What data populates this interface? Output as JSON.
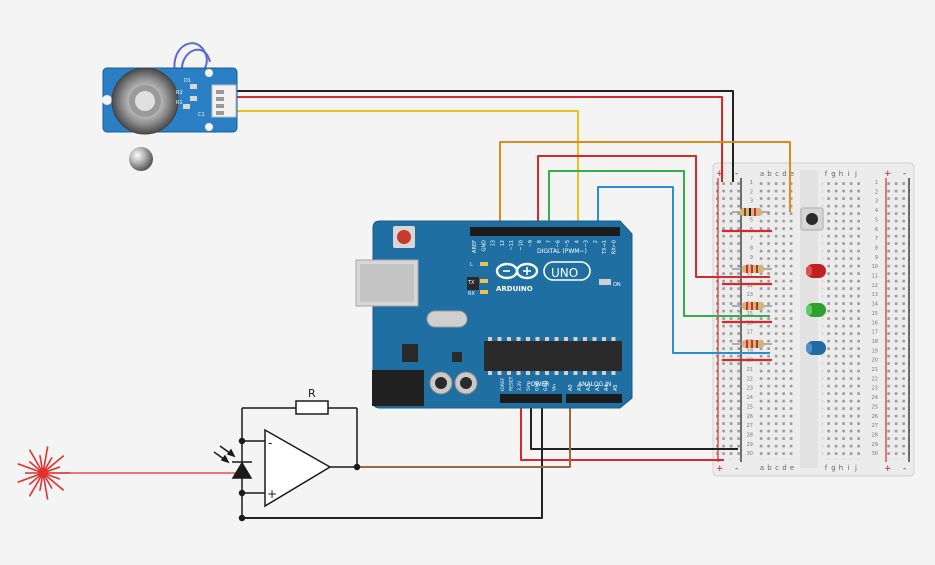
{
  "colors": {
    "background": "#f4f4f4",
    "arduino_board": "#1f6fa3",
    "arduino_dark": "#195b87",
    "sensor_board": "#2b7fc4",
    "wire_black": "#222222",
    "wire_red": "#d32b2b",
    "wire_yellow": "#e8c21c",
    "wire_orange": "#e08a1c",
    "wire_green": "#33b04a",
    "wire_blue": "#2a8fd0",
    "wire_brown": "#9b6a3c",
    "laser": "#e03030",
    "led_red": "#c02020",
    "led_green": "#2fa02f",
    "led_blue": "#1f6aa0"
  },
  "arduino": {
    "brand": "ARDUINO",
    "model": "UNO",
    "digital_header": "DIGITAL (PWM~)",
    "power_header": "POWER",
    "analog_header": "ANALOG IN",
    "digital_pins": [
      "AREF",
      "GND",
      "13",
      "12",
      "~11",
      "~10",
      "~9",
      "8",
      "7",
      "~6",
      "~5",
      "4",
      "~3",
      "2",
      "TX→1",
      "RX←0"
    ],
    "power_pins": [
      "IOREF",
      "RESET",
      "3.3V",
      "5V",
      "GND",
      "GND",
      "Vin"
    ],
    "analog_pins": [
      "A0",
      "A1",
      "A2",
      "A3",
      "A4",
      "A5"
    ],
    "led_labels": [
      "L",
      "TX",
      "RX"
    ],
    "on_label": "ON"
  },
  "breadboard": {
    "columns_left": [
      "a",
      "b",
      "c",
      "d",
      "e"
    ],
    "columns_right": [
      "f",
      "g",
      "h",
      "i",
      "j"
    ],
    "rows": 30,
    "rail_plus": "+",
    "rail_minus": "-"
  },
  "sensor_module": {
    "pin_labels": [
      "D1",
      "R2",
      "R1",
      "C1"
    ]
  },
  "amplifier": {
    "resistor_label": "R",
    "minus_sign": "-",
    "plus_sign": "+"
  }
}
